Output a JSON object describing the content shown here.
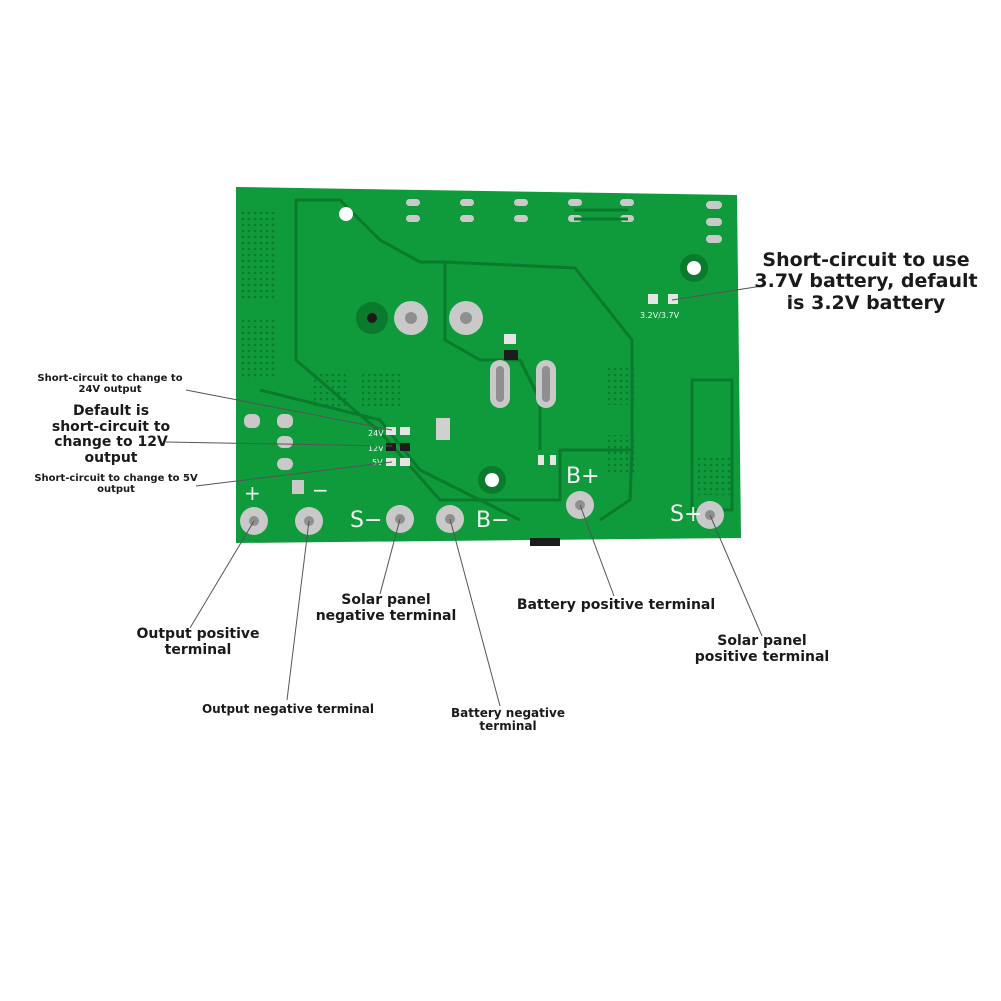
{
  "board": {
    "colors": {
      "pcb": "#0f9a3c",
      "pcb_dark": "#0a7a2c",
      "trace": "#15a846",
      "silkscreen": "#f2f6f2",
      "pad": "#c9c9c9"
    },
    "silkscreen": {
      "out_plus": "+",
      "out_minus": "−",
      "s_minus": "S−",
      "b_minus": "B−",
      "b_plus": "B+",
      "s_plus": "S+",
      "jumper_24v": "24V",
      "jumper_12v": "12V",
      "jumper_5v": "5V",
      "battery_select": "3.2V/3.7V"
    }
  },
  "callouts": {
    "battery_37v": [
      "Short-circuit to use",
      "3.7V battery, default",
      "is 3.2V battery"
    ],
    "to_24v": [
      "Short-circuit to change to",
      "24V output"
    ],
    "default_12v": [
      "Default is",
      "short-circuit to",
      "change to 12V",
      "output"
    ],
    "to_5v": [
      "Short-circuit to change to 5V",
      "output"
    ],
    "output_positive": [
      "Output positive",
      "terminal"
    ],
    "output_negative": [
      "Output negative terminal"
    ],
    "solar_negative": [
      "Solar panel",
      "negative terminal"
    ],
    "battery_negative": [
      "Battery negative",
      "terminal"
    ],
    "battery_positive": [
      "Battery positive terminal"
    ],
    "solar_positive": [
      "Solar panel",
      "positive terminal"
    ]
  }
}
